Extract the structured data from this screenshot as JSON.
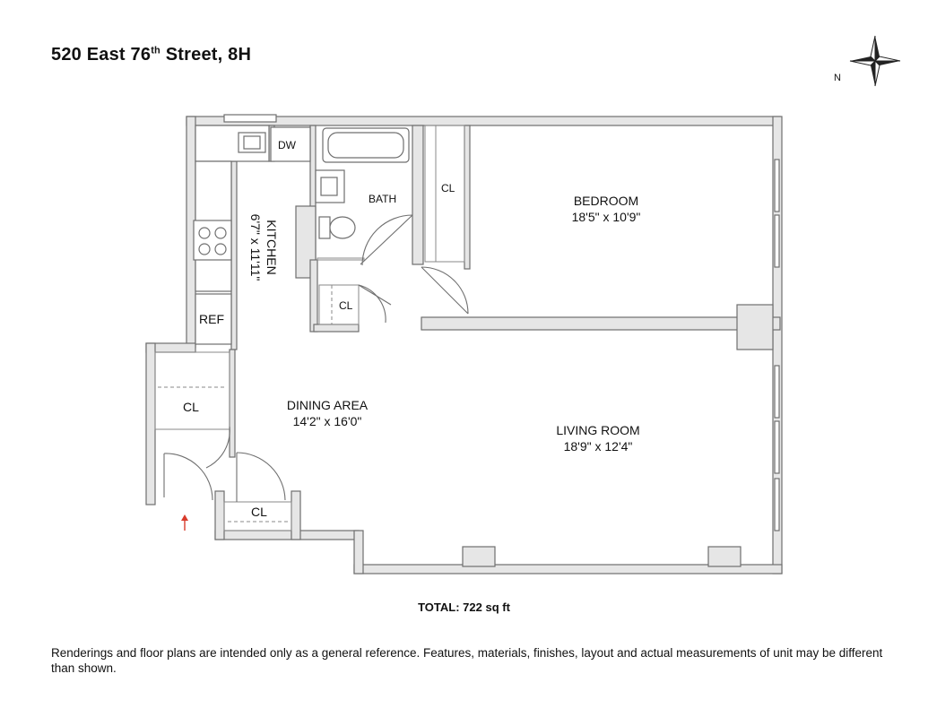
{
  "header": {
    "title_prefix": "520 East 76",
    "title_suffix": "th",
    "title_rest": " Street, 8H"
  },
  "compass": {
    "label": "N"
  },
  "rooms": {
    "kitchen": {
      "name": "KITCHEN",
      "dims": "6'7\" x 11'11\""
    },
    "bath": {
      "name": "BATH"
    },
    "bedroom": {
      "name": "BEDROOM",
      "dims": "18'5\" x 10'9\""
    },
    "dining": {
      "name": "DINING AREA",
      "dims": "14'2\" x 16'0\""
    },
    "living": {
      "name": "LIVING ROOM",
      "dims": "18'9\" x 12'4\""
    },
    "closet_label": "CL",
    "dishwasher": "DW",
    "refrigerator": "REF"
  },
  "colors": {
    "entry_arrow": "#d83a2b",
    "wall_fill": "#e6e6e6",
    "wall_stroke": "#6f6f6f"
  },
  "footer": {
    "total": "TOTAL: 722 sq ft",
    "disclaimer": "Renderings and floor plans are intended only as a general reference. Features, materials, finishes, layout and actual measurements of unit may be different than shown."
  }
}
